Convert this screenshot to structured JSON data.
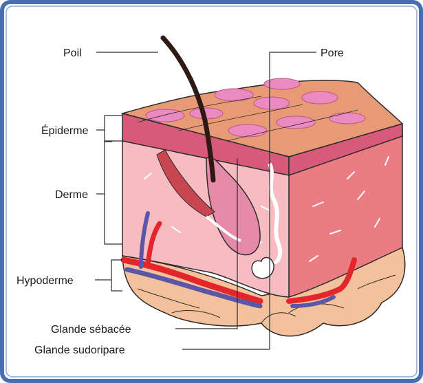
{
  "labels": {
    "poil": "Poil",
    "pore": "Pore",
    "epiderme": "Épiderme",
    "derme": "Derme",
    "hypoderme": "Hypoderme",
    "glande_sebacee": "Glande sébacée",
    "glande_sudoripare": "Glande sudoripare"
  },
  "colors": {
    "frame": "#4a6fb0",
    "epidermis": "#e79a74",
    "dermis_front": "#f6bcc2",
    "dermis_side": "#ec7c84",
    "hypodermis": "#f3c29c",
    "artery": "#e3262c",
    "vein": "#5b57a6",
    "hair": "#2e1a12"
  }
}
